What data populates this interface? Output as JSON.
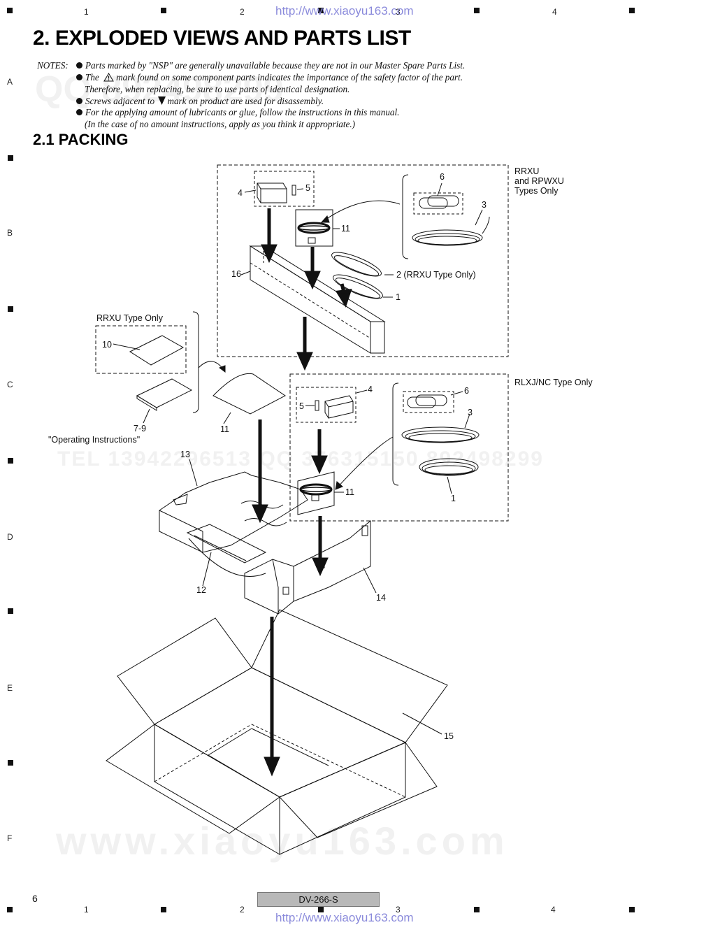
{
  "frame": {
    "columns": [
      "1",
      "2",
      "3",
      "4"
    ],
    "rows": [
      "A",
      "B",
      "C",
      "D",
      "E",
      "F"
    ]
  },
  "watermark": {
    "url": "http://www.xiaoyu163.com",
    "qq": "QQ 892498299",
    "tel_line": "TEL 13942296513   QQ 376315150   892498299",
    "big": "www.xiaoyu163.com"
  },
  "page": {
    "title": "2. EXPLODED VIEWS AND PARTS LIST",
    "section": "2.1  PACKING",
    "page_number": "6",
    "model": "DV-266-S"
  },
  "notes": {
    "lead": "NOTES:",
    "items": [
      "Parts marked by \"NSP\" are generally unavailable because they are not in our Master Spare Parts List.",
      "The",
      "mark found on some component parts indicates the importance of the safety factor of the part.",
      "Therefore, when replacing, be sure to use parts of identical designation.",
      "Screws adjacent to",
      "mark on product are used for disassembly.",
      "For the applying amount of lubricants or glue, follow the instructions in this manual.",
      "(In the case of no amount instructions, apply as you think it appropriate.)"
    ]
  },
  "labels": {
    "group_rrxu": "RRXU",
    "group_rrxu2": "and RPWXU",
    "group_rrxu3": "Types Only",
    "group_rlxj": "RLXJ/NC Type Only",
    "group_rrxu_only": "RRXU Type Only",
    "p1a": "1",
    "p1b": "1",
    "p2": "2 (RRXU Type Only)",
    "p3a": "3",
    "p3b": "3",
    "p4a": "4",
    "p4b": "4",
    "p5a": "5",
    "p5b": "5",
    "p6a": "6",
    "p6b": "6",
    "p7_9": "7-9",
    "op_instr": "\"Operating Instructions\"",
    "p10": "10",
    "p11a": "11",
    "p11b": "11",
    "p11c": "11",
    "p12": "12",
    "p13": "13",
    "p14": "14",
    "p15": "15",
    "p16": "16"
  }
}
